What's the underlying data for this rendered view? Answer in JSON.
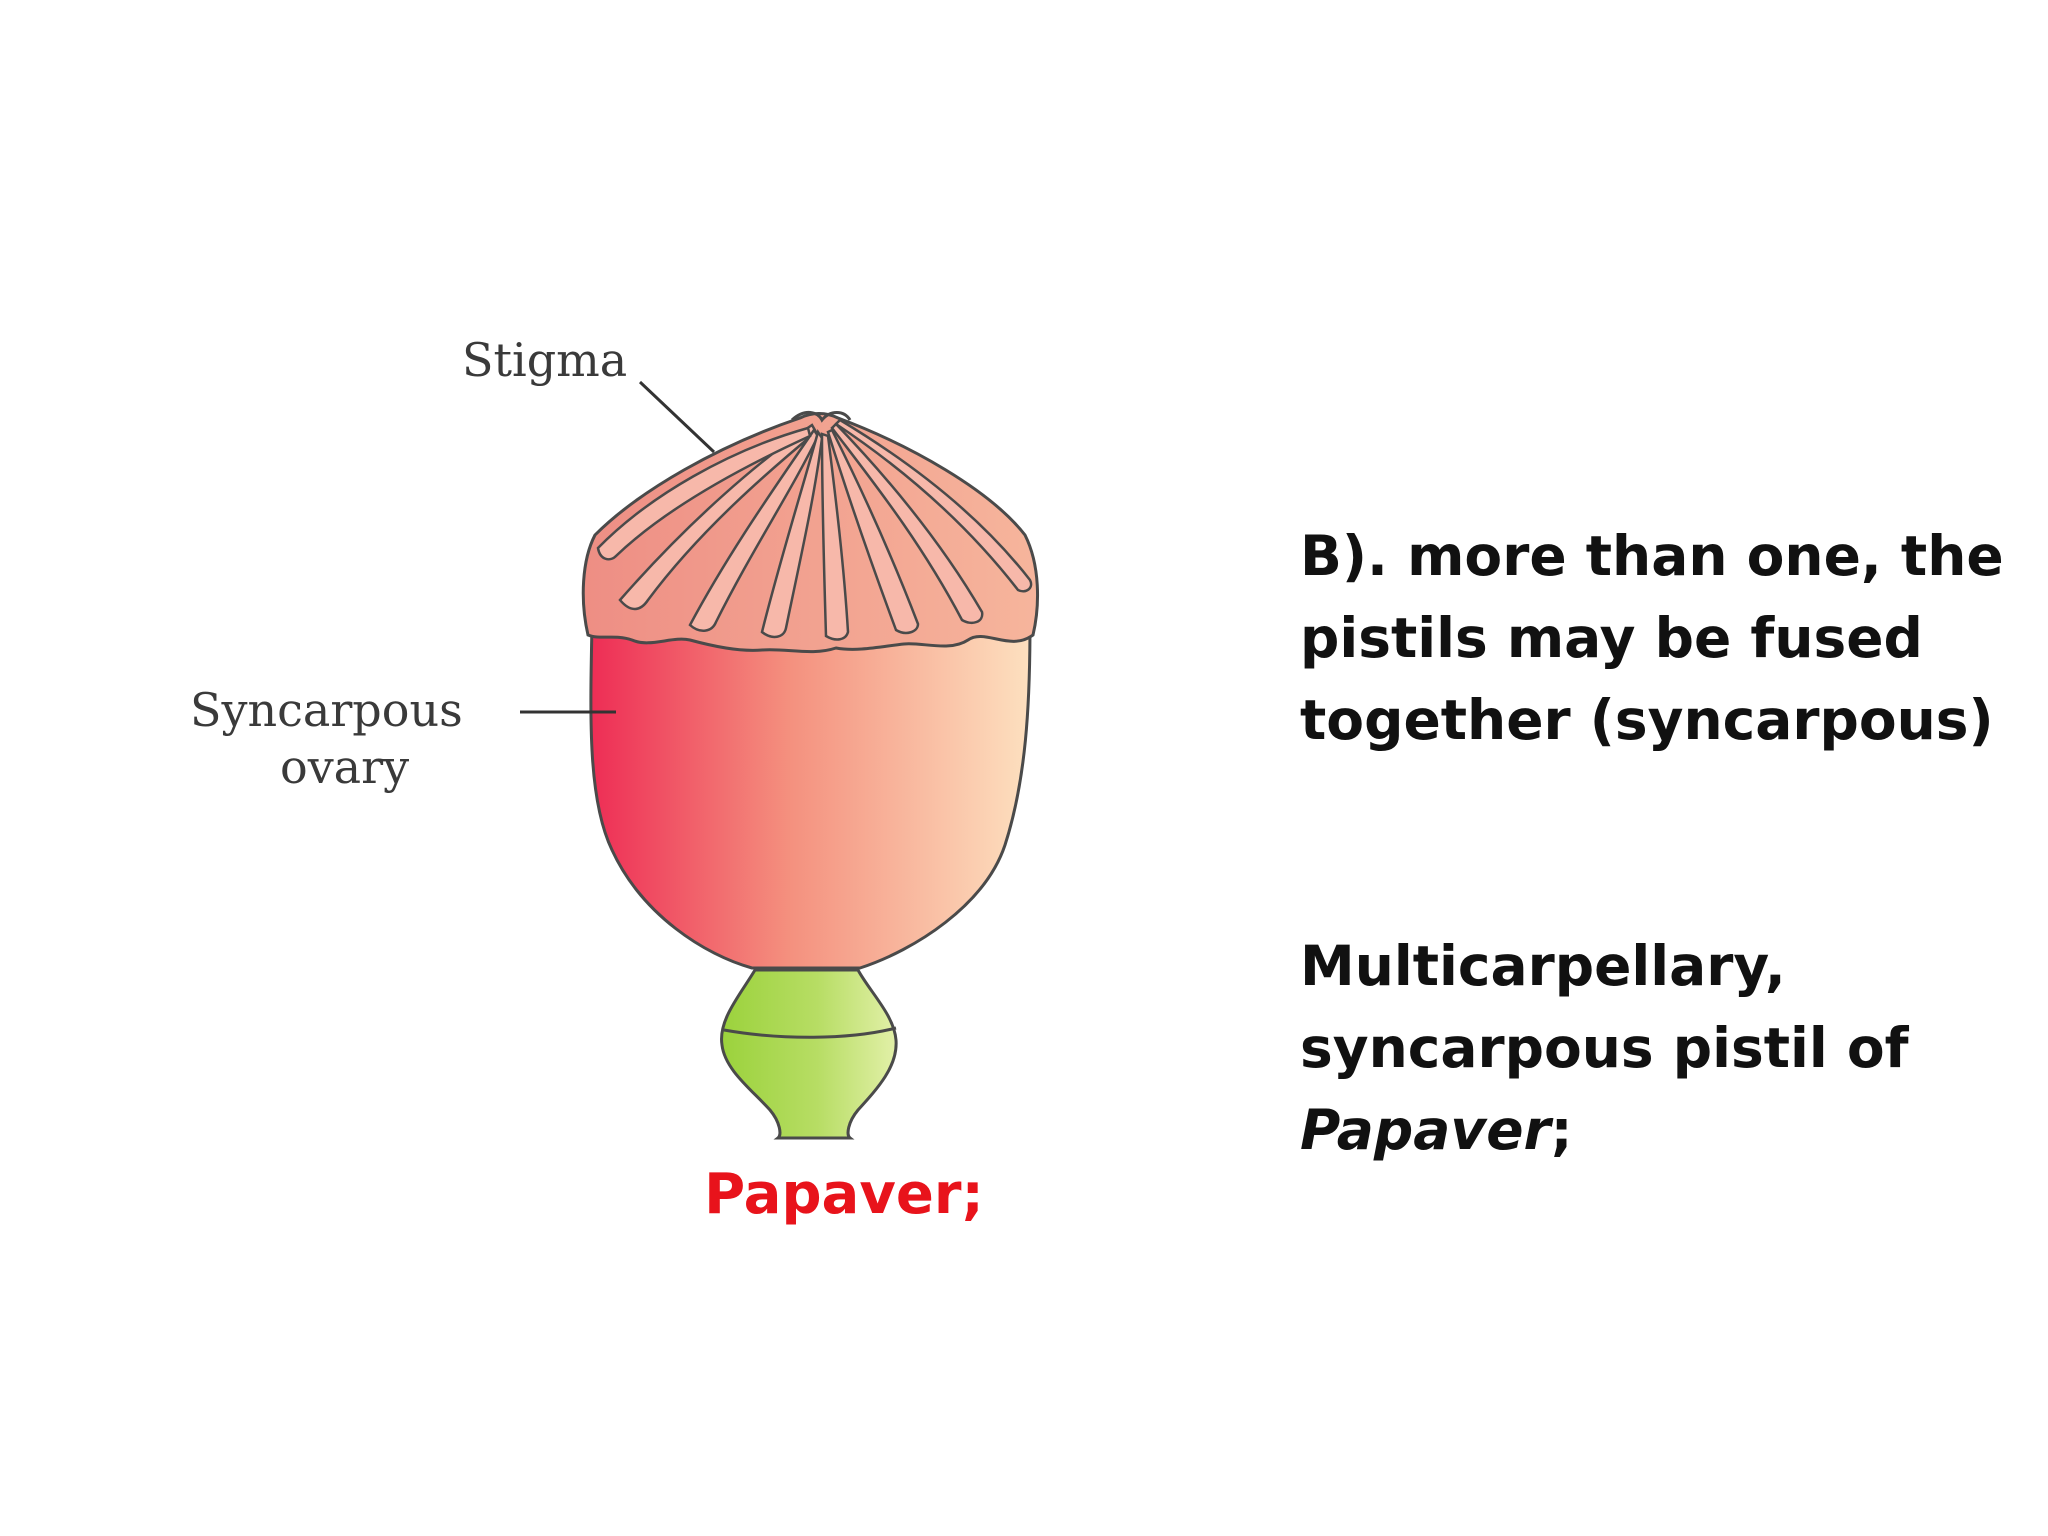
{
  "labels": {
    "stigma": "Stigma",
    "syncarpous_line1": "Syncarpous",
    "syncarpous_line2": "ovary"
  },
  "caption": "Papaver;",
  "description_b": {
    "line1": "B). more than one, the",
    "line2": "pistils may be fused",
    "line3": "together (syncarpous)"
  },
  "description_multi": {
    "line1": "Multicarpellary,",
    "line2": "syncarpous pistil of",
    "genus": "Papaver",
    "suffix": ";"
  },
  "colors": {
    "ovary_dark": "#ee2d55",
    "ovary_light": "#fde0bf",
    "stigma_fill": "#f09a86",
    "stigma_ray": "#f7b8aa",
    "stalk_green": "#9bd23c",
    "stalk_light": "#e2f0a8",
    "caption_red": "#e8131b",
    "outline": "#4a4a4a"
  }
}
